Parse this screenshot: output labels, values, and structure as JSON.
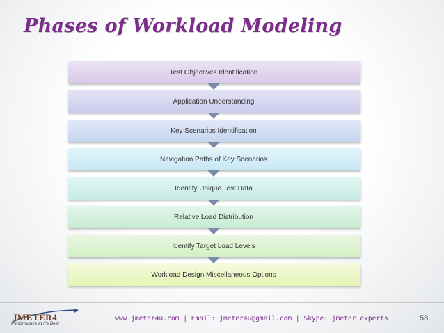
{
  "slide": {
    "title": "Phases of Workload Modeling",
    "page_number": "58"
  },
  "steps": [
    {
      "label": "Test Objectives Identification",
      "color_top": "#ece3f4",
      "color_bottom": "#d9c9ea"
    },
    {
      "label": "Application Understanding",
      "color_top": "#e3e3f4",
      "color_bottom": "#cccbec"
    },
    {
      "label": "Key Scenarios Identification",
      "color_top": "#e0e9f7",
      "color_bottom": "#c6d6f0"
    },
    {
      "label": "Navigation Paths of Key Scenarios",
      "color_top": "#e2f4fa",
      "color_bottom": "#c8e8f4"
    },
    {
      "label": "Identify Unique Test Data",
      "color_top": "#e1f6f3",
      "color_bottom": "#c6ebe4"
    },
    {
      "label": "Relative Load Distribution",
      "color_top": "#e3f6ea",
      "color_bottom": "#c7ecd2"
    },
    {
      "label": "Identify Target Load Levels",
      "color_top": "#eaf7e2",
      "color_bottom": "#d2efc3"
    },
    {
      "label": "Workload Design Miscellaneous Options",
      "color_top": "#f4fadc",
      "color_bottom": "#e6f4b6"
    }
  ],
  "footer": {
    "logo_text": "JMETER4",
    "logo_tagline": "Performance at it's Best",
    "contact": "www.jmeter4u.com | Email: jmeter4u@gmail.com | Skype: jmeter.experts"
  },
  "colors": {
    "title": "#7a2e8a",
    "arrow": "#7a8aa8",
    "logo": "#6b3a1f"
  }
}
